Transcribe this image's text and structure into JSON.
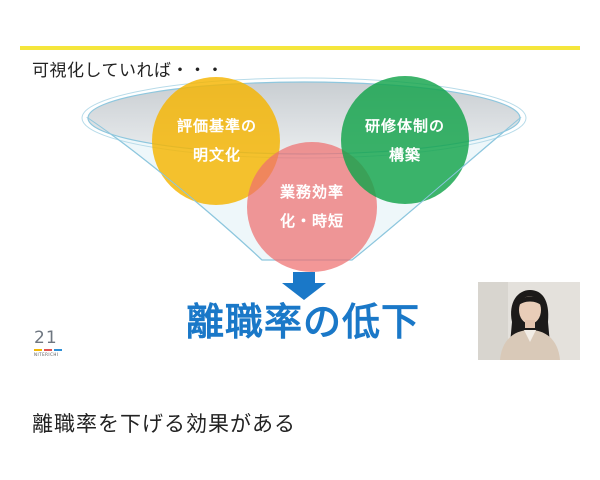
{
  "slide": {
    "heading": "可視化していれば・・・",
    "circles": [
      {
        "line1": "評価基準の",
        "line2": "明文化",
        "color": "#f5b400"
      },
      {
        "line1": "業務効率",
        "line2": "化・時短",
        "color": "#ef6f6f"
      },
      {
        "line1": "研修体制の",
        "line2": "構築",
        "color": "#12a44b"
      }
    ],
    "result": "離職率の低下",
    "logo": {
      "number": "21",
      "text": "NITERICHI"
    }
  },
  "caption": "離職率を下げる効果がある"
}
